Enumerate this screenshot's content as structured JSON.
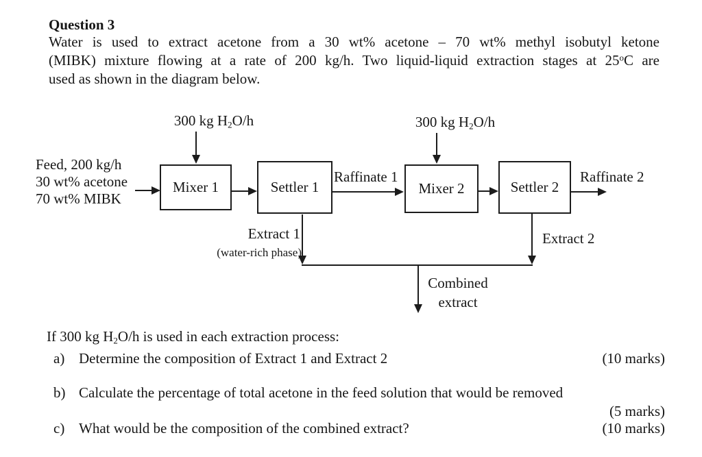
{
  "question": {
    "heading": "Question 3",
    "intro_line1": "Water is used to extract acetone from a 30 wt% acetone – 70 wt% methyl isobutyl ketone",
    "intro_line2_pre": "(MIBK) mixture flowing at a rate of 200 kg/h. Two liquid-liquid extraction stages at 25",
    "intro_line2_sup": "o",
    "intro_line2_post": "C are",
    "intro_line3": "used as shown in the diagram below."
  },
  "diagram": {
    "water1": {
      "pre": "300 kg H",
      "sub": "2",
      "post": "O/h"
    },
    "water2": {
      "pre": "300 kg H",
      "sub": "2",
      "post": "O/h"
    },
    "feed": {
      "line1": "Feed, 200 kg/h",
      "line2": "30 wt% acetone",
      "line3": "70 wt% MIBK"
    },
    "boxes": {
      "mixer1": "Mixer 1",
      "settler1": "Settler 1",
      "mixer2": "Mixer 2",
      "settler2": "Settler 2"
    },
    "streams": {
      "raffinate1": "Raffinate 1",
      "raffinate2": "Raffinate 2",
      "extract1": "Extract 1",
      "extract1_note": "(water-rich phase)",
      "extract2": "Extract 2",
      "combined_line1": "Combined",
      "combined_line2": "extract"
    }
  },
  "tasks": {
    "condition_pre": "If 300 kg H",
    "condition_sub": "2",
    "condition_post": "O/h is used in each extraction process:",
    "items": [
      {
        "label": "a)",
        "text": "Determine the composition of Extract 1 and Extract 2",
        "marks": "(10 marks)"
      },
      {
        "label": "b)",
        "text": "Calculate the percentage of total acetone in the feed solution that would be removed",
        "marks": "(5 marks)"
      },
      {
        "label": "c)",
        "text": "What would be the composition of the combined extract?",
        "marks": "(10 marks)"
      }
    ]
  }
}
